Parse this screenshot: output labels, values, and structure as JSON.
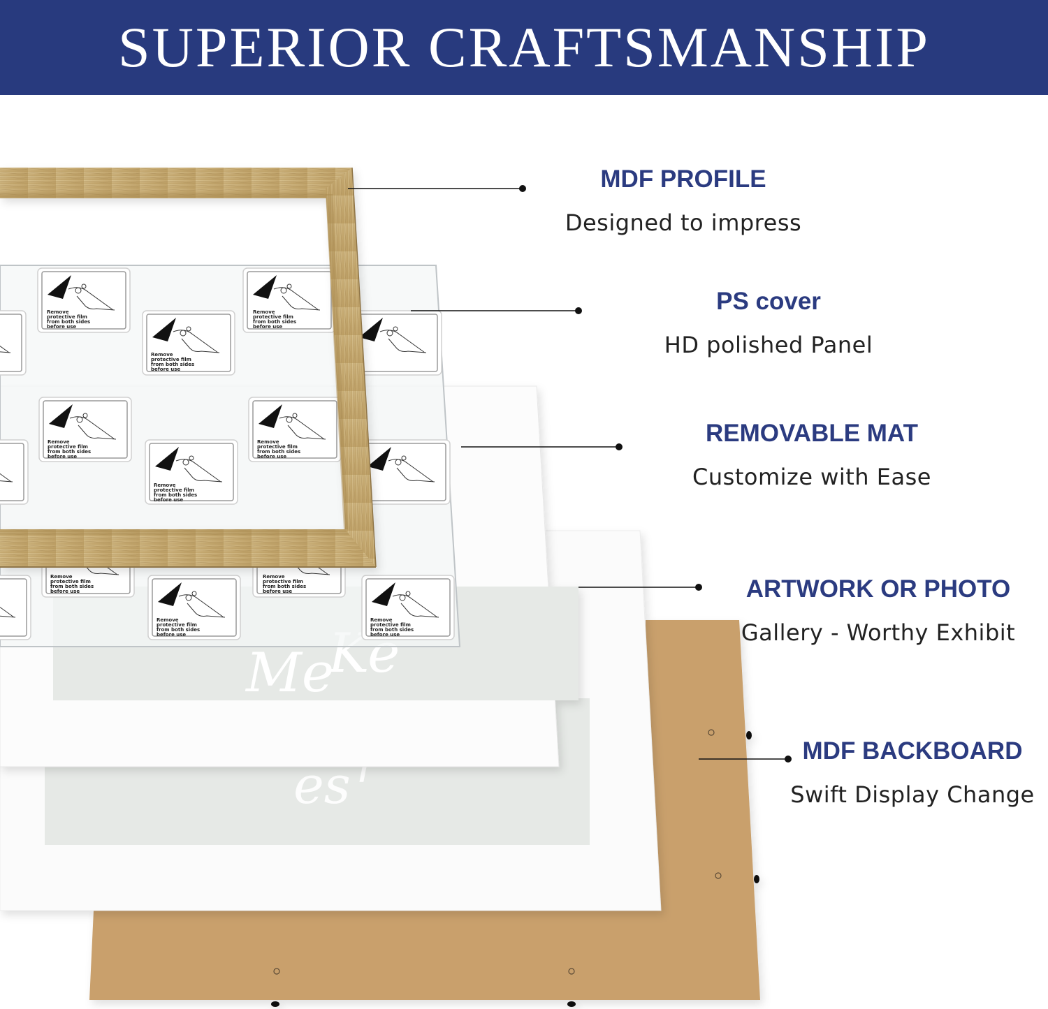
{
  "banner": {
    "title": "SUPERIOR CRAFTSMANSHIP"
  },
  "colors": {
    "banner": "#283a7e",
    "heading": "#2b3b80",
    "wood": "#c9b07a",
    "backboard": "#c9a06c",
    "photo": "#e6e9e6"
  },
  "layers": [
    {
      "heading": "MDF PROFILE",
      "subtitle": "Designed to impress"
    },
    {
      "heading": "PS cover",
      "subtitle": "HD polished Panel"
    },
    {
      "heading": "REMOVABLE MAT",
      "subtitle": "Customize with Ease"
    },
    {
      "heading": "ARTWORK OR PHOTO",
      "subtitle": "Gallery - Worthy Exhibit"
    },
    {
      "heading": "MDF BACKBOARD",
      "subtitle": "Swift Display Change"
    }
  ],
  "film_sticker": {
    "text": [
      "Remove",
      "protective film",
      "from both sides",
      "before use"
    ],
    "icon": "peel-film-icon"
  },
  "artwork": {
    "script_text": "Keep your Memories"
  }
}
